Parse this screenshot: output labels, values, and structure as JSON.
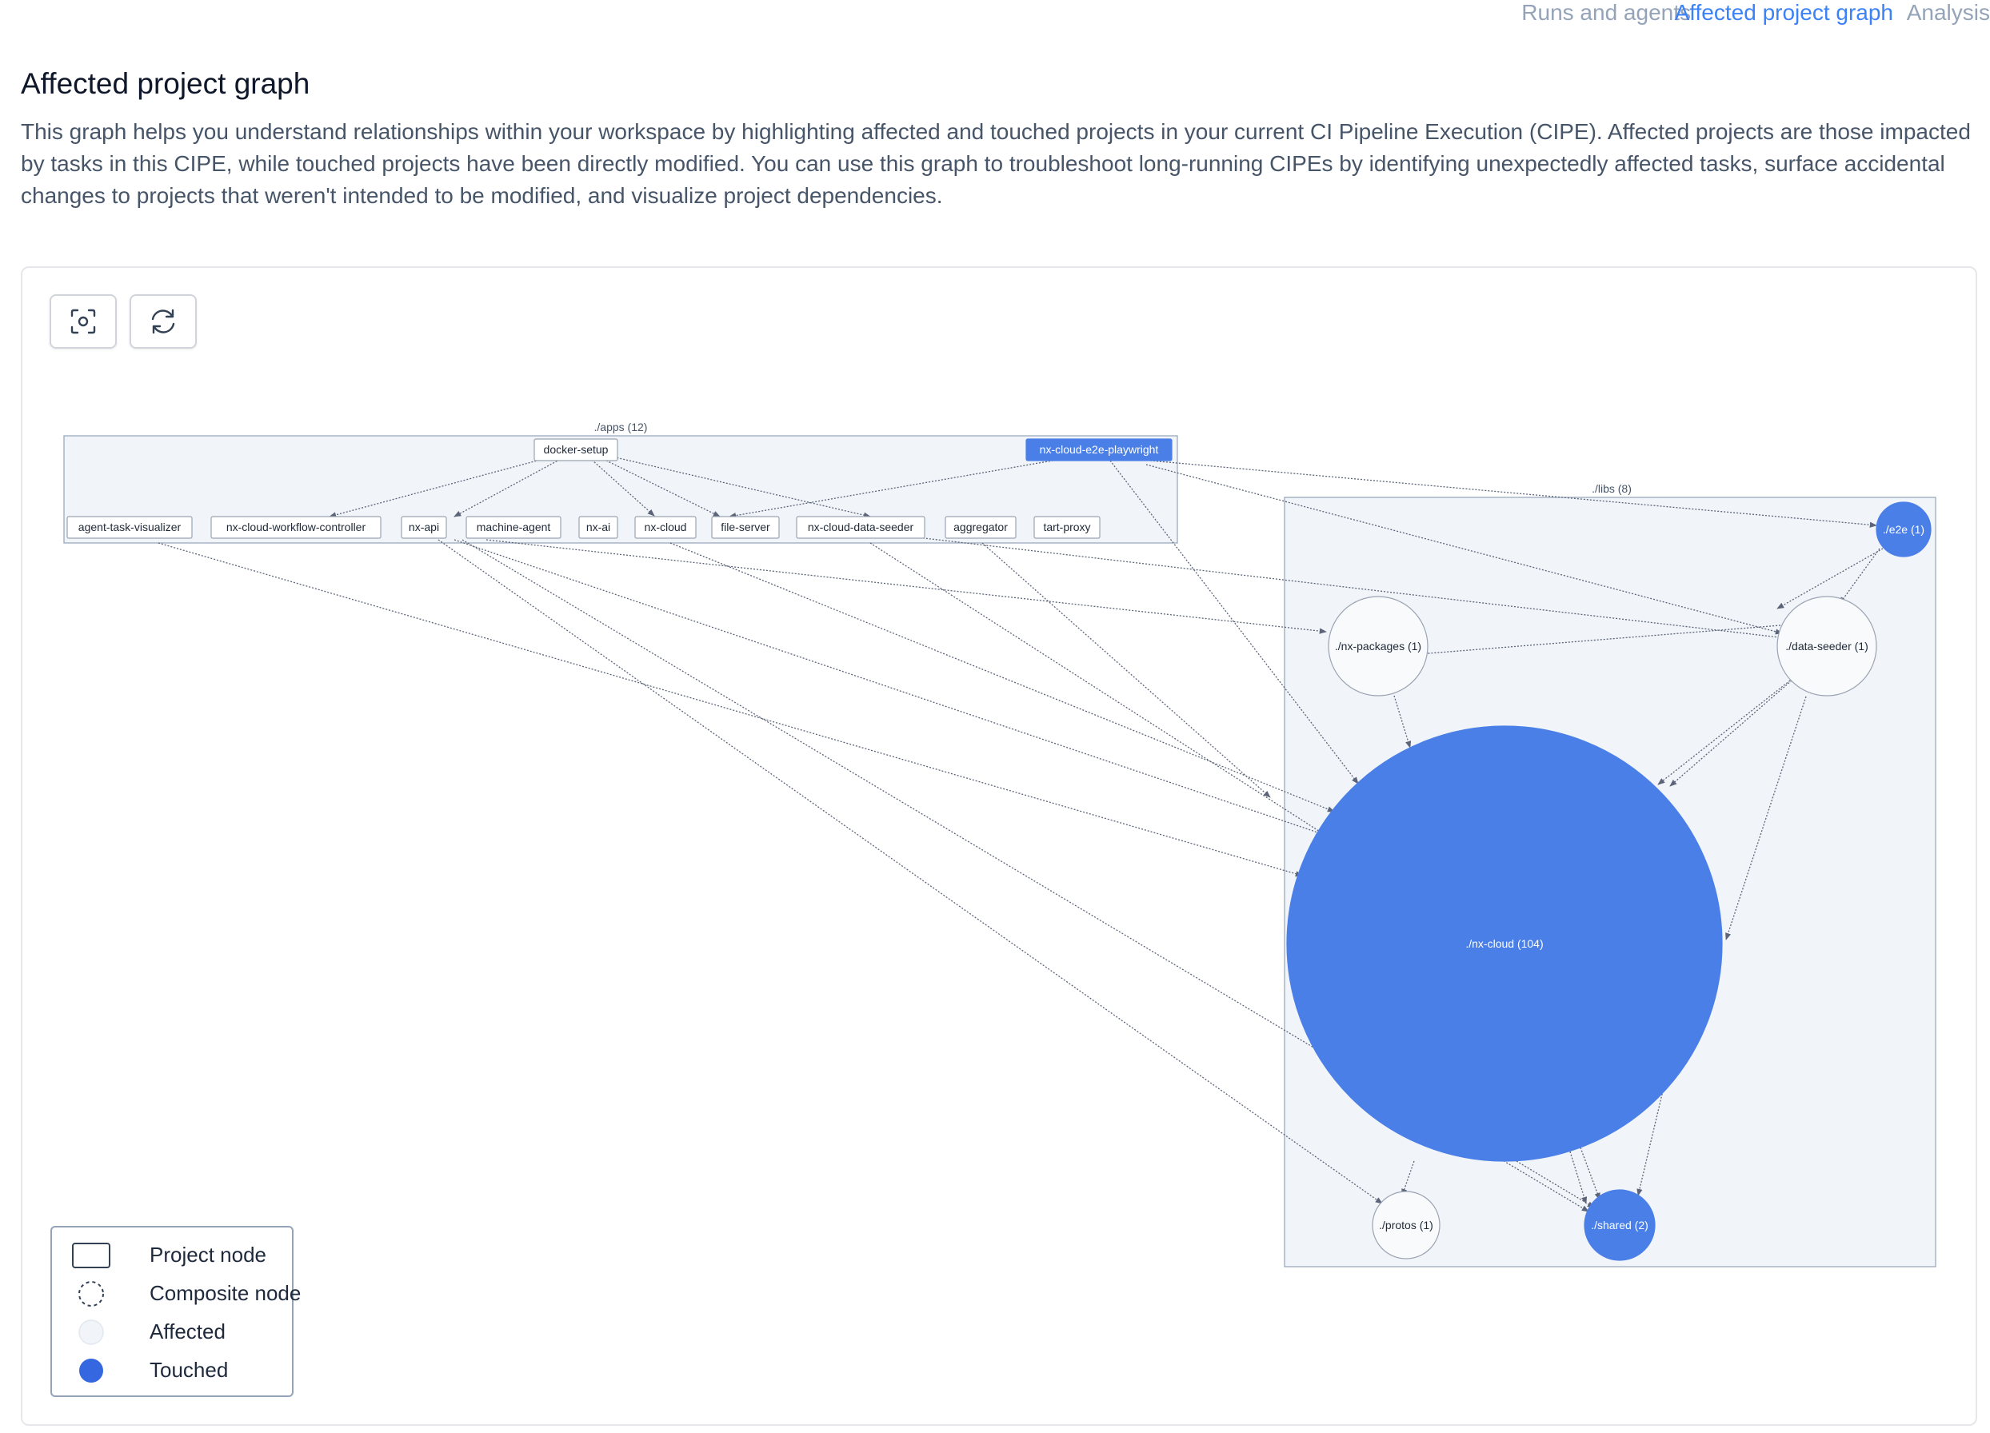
{
  "tabs": [
    {
      "label": "Runs and agents",
      "active": false
    },
    {
      "label": "Affected project graph",
      "active": true
    },
    {
      "label": "Analysis",
      "active": false
    }
  ],
  "page": {
    "title": "Affected project graph",
    "description": "This graph helps you understand relationships within your workspace by highlighting affected and touched projects in your current CI Pipeline Execution (CIPE). Affected projects are those impacted by tasks in this CIPE, while touched projects have been directly modified. You can use this graph to troubleshoot long-running CIPEs by identifying unexpectedly affected tasks, surface accidental changes to projects that weren't intended to be modified, and visualize project dependencies."
  },
  "toolbar": [
    {
      "name": "focus-button",
      "icon": "focus-icon"
    },
    {
      "name": "refresh-button",
      "icon": "refresh-icon"
    }
  ],
  "colors": {
    "touched": "#4a7fe8",
    "affected": "#f8fafc",
    "group_bg": "#f1f4f9",
    "edge": "#5b6478",
    "accent": "#3b82f6"
  },
  "graph": {
    "groups": [
      {
        "id": "apps",
        "label": "./apps (12)"
      },
      {
        "id": "libs",
        "label": "./libs (8)"
      }
    ],
    "project_nodes": [
      {
        "id": "docker-setup",
        "label": "docker-setup",
        "state": "affected"
      },
      {
        "id": "nx-cloud-e2e-playwright",
        "label": "nx-cloud-e2e-playwright",
        "state": "touched"
      },
      {
        "id": "agent-task-visualizer",
        "label": "agent-task-visualizer",
        "state": "affected"
      },
      {
        "id": "nx-cloud-workflow-controller",
        "label": "nx-cloud-workflow-controller",
        "state": "affected"
      },
      {
        "id": "nx-api",
        "label": "nx-api",
        "state": "affected"
      },
      {
        "id": "machine-agent",
        "label": "machine-agent",
        "state": "affected"
      },
      {
        "id": "nx-ai",
        "label": "nx-ai",
        "state": "affected"
      },
      {
        "id": "nx-cloud-app",
        "label": "nx-cloud",
        "state": "affected"
      },
      {
        "id": "file-server",
        "label": "file-server",
        "state": "affected"
      },
      {
        "id": "nx-cloud-data-seeder",
        "label": "nx-cloud-data-seeder",
        "state": "affected"
      },
      {
        "id": "aggregator",
        "label": "aggregator",
        "state": "affected"
      },
      {
        "id": "tart-proxy",
        "label": "tart-proxy",
        "state": "affected"
      }
    ],
    "composite_nodes": [
      {
        "id": "e2e",
        "label": "./e2e (1)",
        "state": "touched"
      },
      {
        "id": "nx-packages",
        "label": "./nx-packages (1)",
        "state": "affected"
      },
      {
        "id": "data-seeder",
        "label": "./data-seeder (1)",
        "state": "affected"
      },
      {
        "id": "nx-cloud-lib",
        "label": "./nx-cloud (104)",
        "state": "touched"
      },
      {
        "id": "protos",
        "label": "./protos (1)",
        "state": "affected"
      },
      {
        "id": "shared",
        "label": "./shared (2)",
        "state": "touched"
      }
    ]
  },
  "legend": [
    {
      "label": "Project node",
      "icon": "project-node-icon"
    },
    {
      "label": "Composite node",
      "icon": "composite-node-icon"
    },
    {
      "label": "Affected",
      "icon": "affected-icon"
    },
    {
      "label": "Touched",
      "icon": "touched-icon"
    }
  ]
}
